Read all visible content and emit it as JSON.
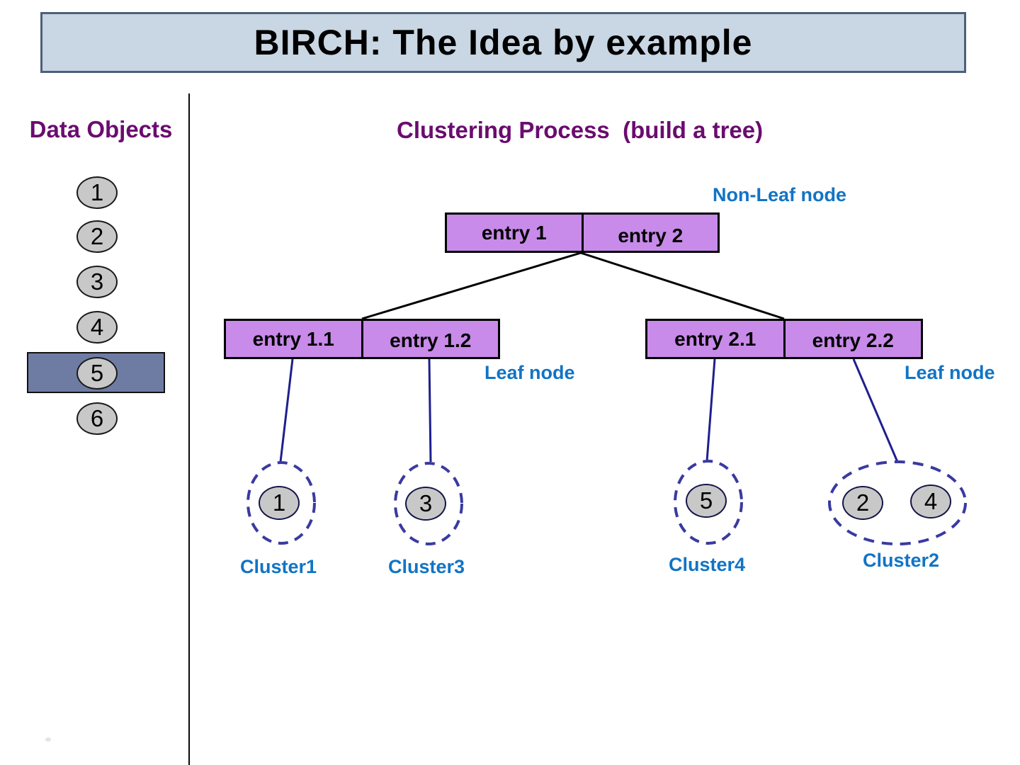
{
  "title": "BIRCH: The Idea by example",
  "left_panel": {
    "heading": "Data Objects",
    "items": [
      "1",
      "2",
      "3",
      "4",
      "5",
      "6"
    ],
    "highlighted_item": "5"
  },
  "tree": {
    "heading": "Clustering Process  (build a tree)",
    "non_leaf_label": "Non-Leaf node",
    "leaf_label_left": "Leaf node",
    "leaf_label_right": "Leaf node",
    "root": {
      "entry1": "entry 1",
      "entry2": "entry 2"
    },
    "leaf_left": {
      "entry1": "entry 1.1",
      "entry2": "entry 1.2"
    },
    "leaf_right": {
      "entry1": "entry 2.1",
      "entry2": "entry 2.2"
    },
    "clusters": {
      "c1": {
        "label": "Cluster1",
        "members": [
          "1"
        ]
      },
      "c3": {
        "label": "Cluster3",
        "members": [
          "3"
        ]
      },
      "c4": {
        "label": "Cluster4",
        "members": [
          "5"
        ]
      },
      "c2": {
        "label": "Cluster2",
        "members": [
          "2",
          "4"
        ]
      }
    }
  },
  "colors": {
    "title_bar_bg": "#c9d6e3",
    "title_bar_border": "#4e5f7b",
    "heading_purple": "#6a0c6f",
    "label_blue": "#1174c5",
    "node_fill_purple": "#c88be9",
    "node_border": "#000000",
    "object_circle_fill": "#c8c8c8",
    "highlight_rect_fill": "#6e7ca4",
    "cluster_dash_navy": "#3a3aa0",
    "connector_navy": "#1f1f8f",
    "tree_line_black": "#000000"
  }
}
